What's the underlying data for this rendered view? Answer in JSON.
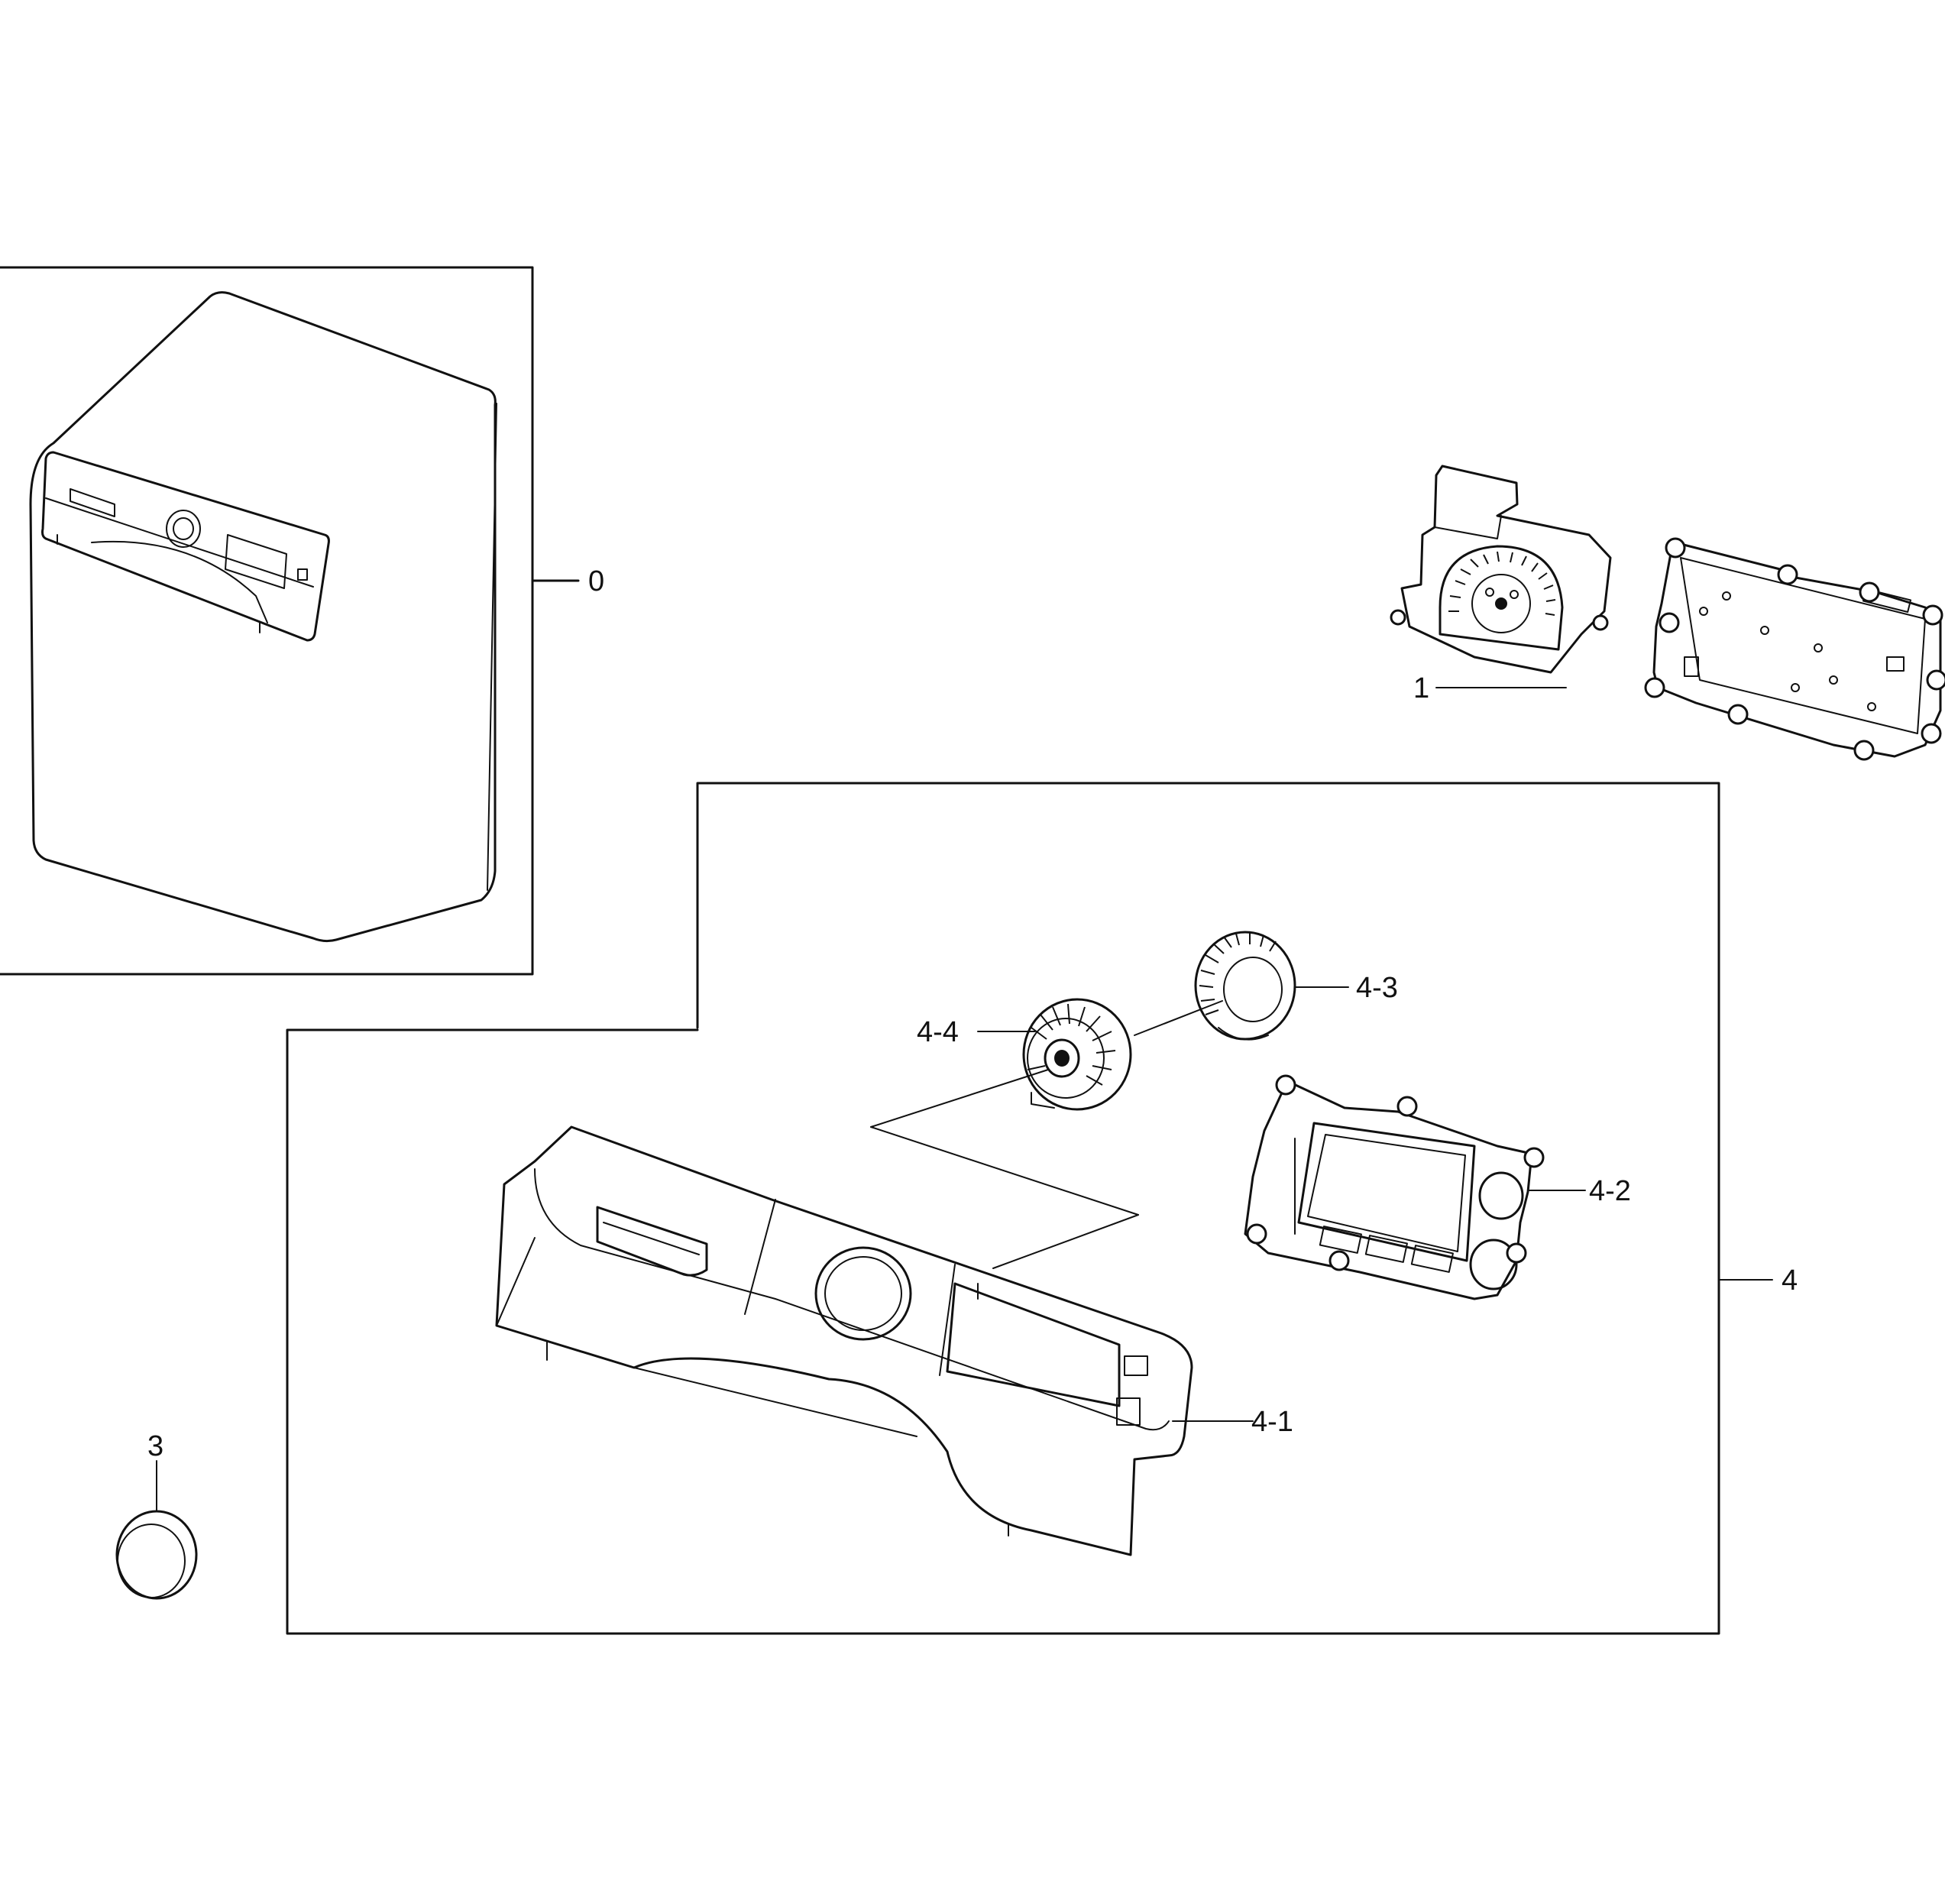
{
  "callouts": {
    "c0": "0",
    "c1": "1",
    "c3": "3",
    "c4": "4",
    "c4_1": "4-1",
    "c4_2": "4-2",
    "c4_3": "4-3",
    "c4_4": "4-4"
  }
}
